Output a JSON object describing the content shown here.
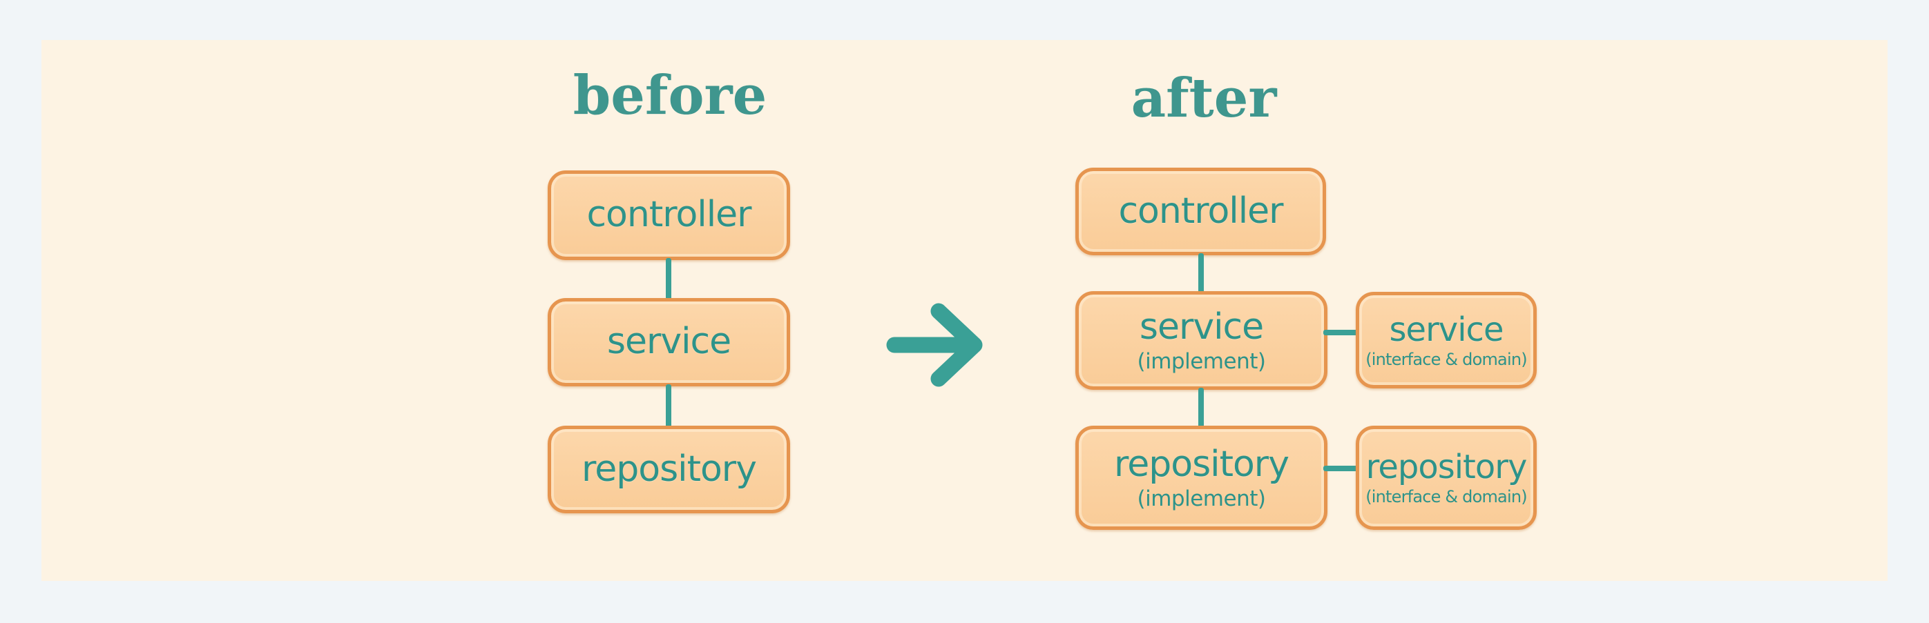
{
  "colors": {
    "outer_background": "#f1f5f8",
    "panel_background": "#fdf3e3",
    "box_fill": "#fbd2a2",
    "box_border": "#e6954f",
    "text_teal": "#2d938a",
    "title_teal": "#3f968e",
    "connector_teal": "#3aa096"
  },
  "before": {
    "title": "before",
    "controller": {
      "label": "controller"
    },
    "service": {
      "label": "service"
    },
    "repository": {
      "label": "repository"
    }
  },
  "arrow": {
    "icon": "right-arrow"
  },
  "after": {
    "title": "after",
    "controller": {
      "label": "controller"
    },
    "service_implement": {
      "label": "service",
      "sublabel": "(implement)"
    },
    "service_interface": {
      "label": "service",
      "sublabel": "(interface & domain)"
    },
    "repository_implement": {
      "label": "repository",
      "sublabel": "(implement)"
    },
    "repository_interface": {
      "label": "repository",
      "sublabel": "(interface & domain)"
    }
  }
}
